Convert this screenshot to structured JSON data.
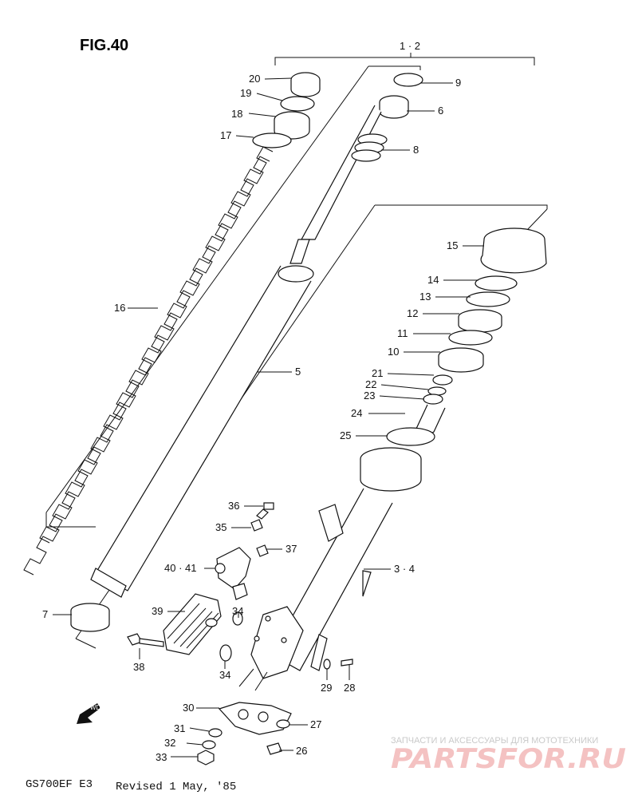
{
  "figure": {
    "title": "FIG.40",
    "model": "GS700EF E3",
    "revision": "Revised 1 May, '85",
    "fwd_label": "FWD"
  },
  "watermark": {
    "tagline": "ЗАПЧАСТИ И АКСЕССУАРЫ ДЛЯ МОТОТЕХНИКИ",
    "brand": "PARTSFOR.RU"
  },
  "callouts": {
    "c1": "1 · 2",
    "c3": "3 · 4",
    "c5": "5",
    "c6": "6",
    "c7": "7",
    "c8": "8",
    "c9": "9",
    "c10": "10",
    "c11": "11",
    "c12": "12",
    "c13": "13",
    "c14": "14",
    "c15": "15",
    "c16": "16",
    "c17": "17",
    "c18": "18",
    "c19": "19",
    "c20": "20",
    "c21": "21",
    "c22": "22",
    "c23": "23",
    "c24": "24",
    "c25": "25",
    "c26": "26",
    "c27": "27",
    "c28": "28",
    "c29": "29",
    "c30": "30",
    "c31": "31",
    "c32": "32",
    "c33": "33",
    "c34a": "34",
    "c34b": "34",
    "c35": "35",
    "c36": "36",
    "c37": "37",
    "c38": "38",
    "c39": "39",
    "c40": "40 · 41"
  }
}
